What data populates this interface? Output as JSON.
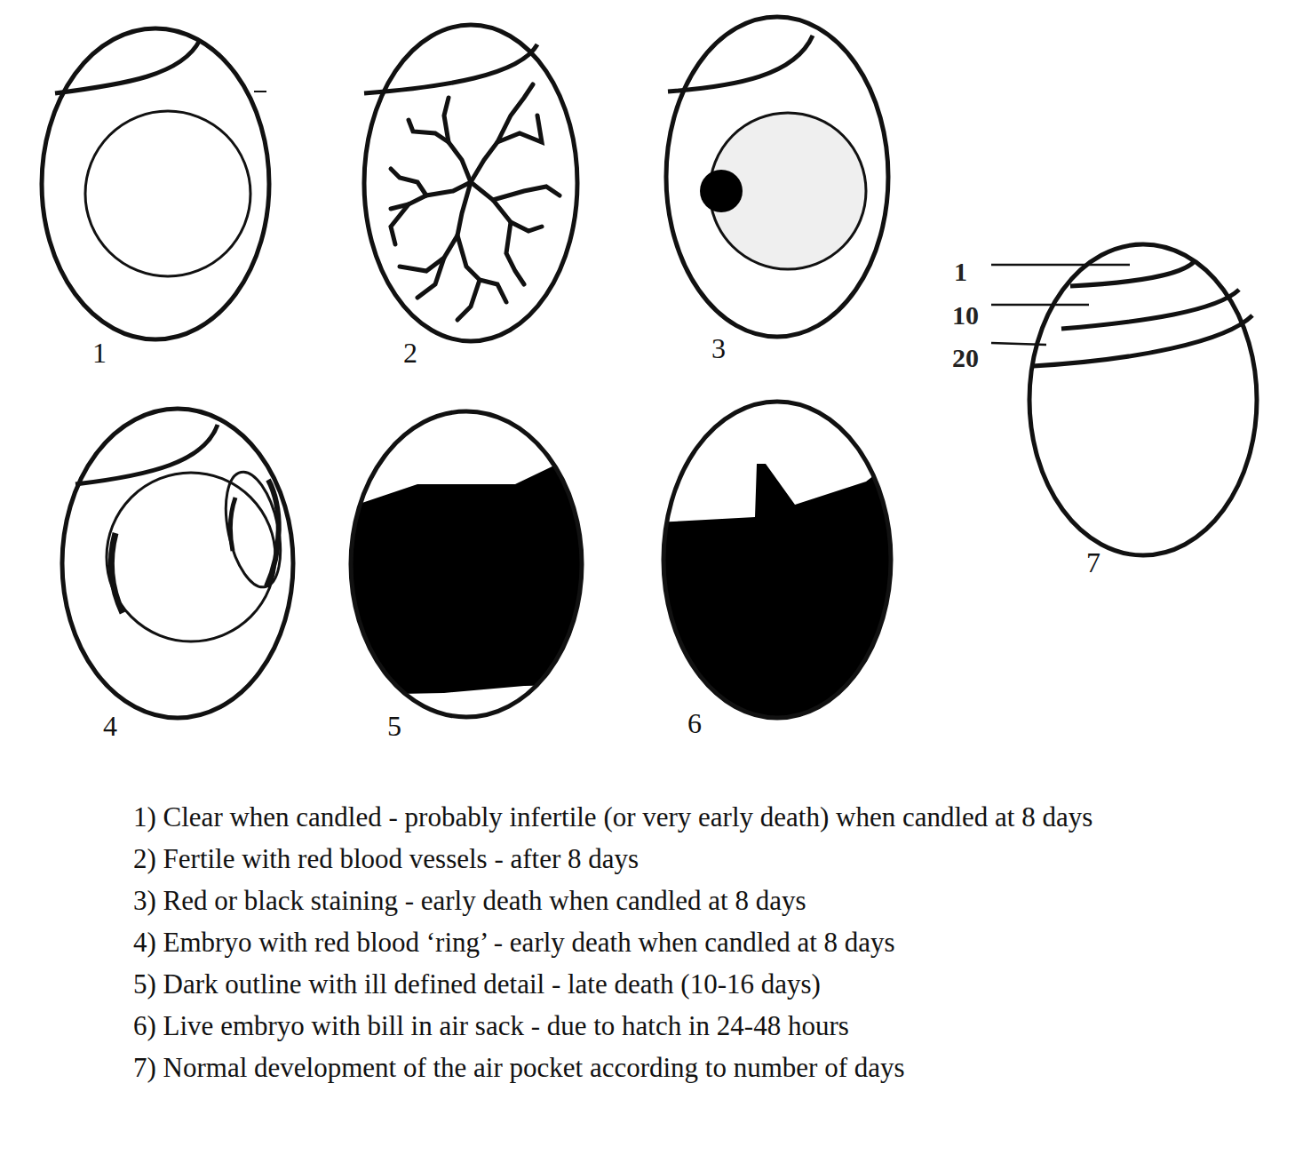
{
  "diagram": {
    "labels": [
      "1",
      "2",
      "3",
      "1",
      "10",
      "20",
      "4",
      "5",
      "6",
      "7",
      "1) Clear when candled - probably infertile (or very early death) when candled at 8 days",
      "2) Fertile with red blood vessels - after 8 days",
      "3) Red or black staining - early death when candled at 8 days",
      "4) Embryo with red blood ‘ring’ - early death when candled at 8 days",
      "5) Dark outline with ill defined detail - late death (10-16 days)",
      "6) Live embryo with bill in air sack - due to hatch in 24-48 hours",
      "7) Normal development of the air pocket according to number of days"
    ]
  }
}
